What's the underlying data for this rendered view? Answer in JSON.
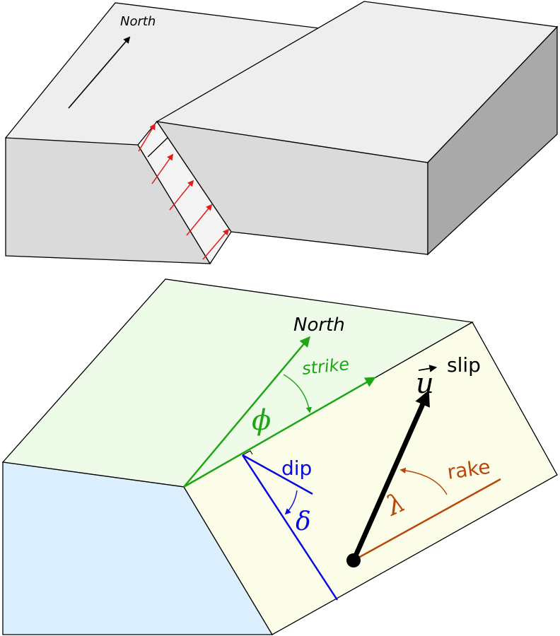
{
  "top_diagram": {
    "north_label": "North"
  },
  "bottom_diagram": {
    "north_label": "North",
    "strike_label": "strike",
    "strike_symbol": "ϕ",
    "dip_label": "dip",
    "dip_symbol": "δ",
    "slip_vector_symbol": "u",
    "slip_label": "slip",
    "rake_label": "rake",
    "rake_symbol": "λ"
  },
  "colors": {
    "block_top": "#eeeeee",
    "block_front": "#dadada",
    "block_side": "#a9a9a9",
    "fault_face_top": "#f4f4f4",
    "slip_arrow": "#e41a1c",
    "hanging_top": "#eefbe9",
    "hanging_front": "#dcefff",
    "fault_plane": "#fcfde9",
    "strike_color": "#1fa516",
    "dip_color": "#0a0adc",
    "rake_color": "#b8470a",
    "slip_color": "#000000"
  }
}
